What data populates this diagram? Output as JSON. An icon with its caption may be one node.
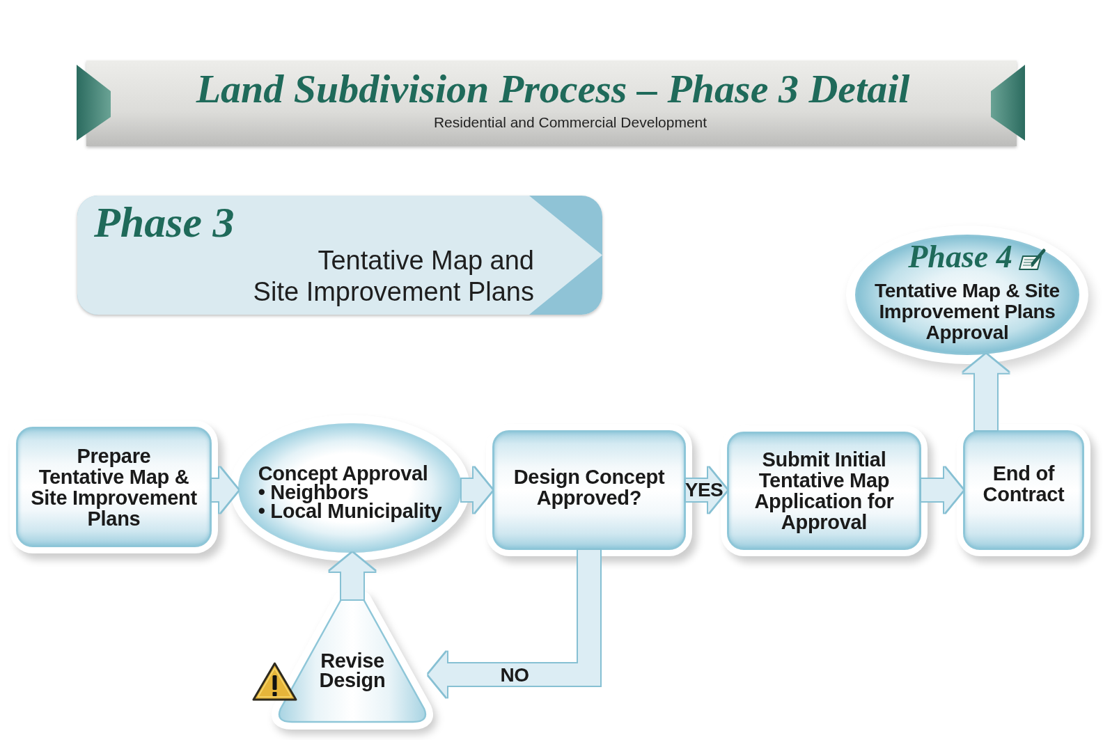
{
  "diagram": {
    "title": "Land Subdivision Process – Phase 3 Detail",
    "nodes": [
      {
        "text": [
          "Phase 3",
          "Tentative Map and Site Improvement Plans"
        ]
      },
      {
        "text": [
          "Prepare Tentative Map & Site Improvement Plans"
        ]
      },
      {
        "text": [
          "Concept Approval",
          "• Neighbors",
          "• Local Municipality"
        ]
      },
      {
        "text": [
          "Design Concept Approved?"
        ]
      },
      {
        "text": [
          "Submit Initial Tentative Map Application for Approval"
        ]
      },
      {
        "text": [
          "End of Contract"
        ]
      },
      {
        "text": [
          "Phase 4",
          "Tentative Map & Site Improvement Plans Approval"
        ]
      },
      {
        "text": [
          "Revise Design"
        ]
      }
    ],
    "edges": [
      {
        "from": 1,
        "to": 2,
        "arrow": "to"
      },
      {
        "from": 2,
        "to": 3,
        "arrow": "to"
      },
      {
        "from": 3,
        "to": 4,
        "arrow": "to",
        "label": "YES"
      },
      {
        "from": 4,
        "to": 5,
        "arrow": "to"
      },
      {
        "from": 5,
        "to": 6,
        "arrow": "to"
      },
      {
        "from": 3,
        "to": 7,
        "arrow": "to",
        "label": "NO"
      },
      {
        "from": 7,
        "to": 2,
        "arrow": "to"
      }
    ],
    "labels": [
      "Residential and Commercial Development"
    ]
  }
}
